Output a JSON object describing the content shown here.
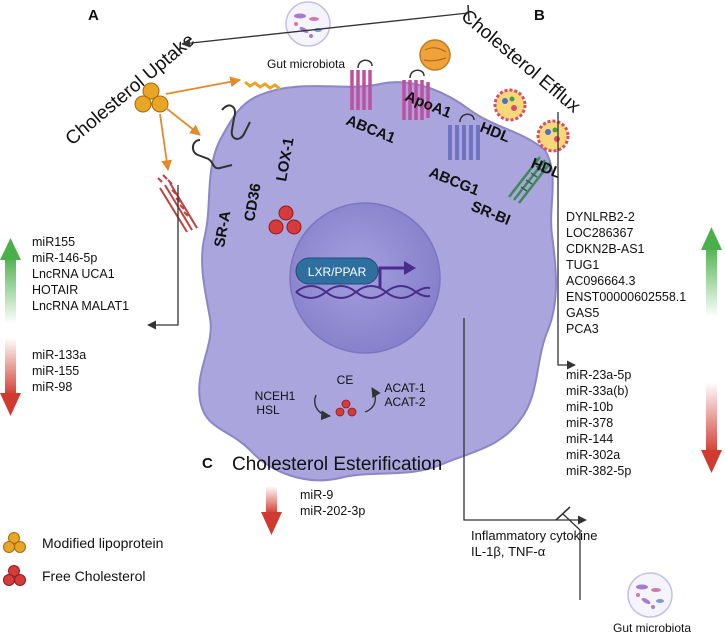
{
  "panels": {
    "a": {
      "letter": "A",
      "title": "Cholesterol Uptake"
    },
    "b": {
      "letter": "B",
      "title": "Cholesterol Efflux"
    },
    "c": {
      "letter": "C",
      "title": "Cholesterol Esterification"
    }
  },
  "gut_microbiota_top": "Gut microbiota",
  "gut_microbiota_bottom": "Gut microbiota",
  "uptake_receptors": [
    "SR-A",
    "CD36",
    "LOX-1"
  ],
  "efflux_labels": {
    "apoa1": "ApoA1",
    "abca1": "ABCA1",
    "abcg1": "ABCG1",
    "hdl_1": "HDL",
    "hdl_2": "HDL",
    "srbi": "SR-BI"
  },
  "nucleus_label": "LXR/PPAR",
  "esterification": {
    "ce": "CE",
    "left_enzymes": [
      "NCEH1",
      "HSL"
    ],
    "right_enzymes": [
      "ACAT-1",
      "ACAT-2"
    ]
  },
  "uptake_up": [
    "miR155",
    "miR-146-5p",
    "LncRNA UCA1",
    "HOTAIR",
    "LncRNA MALAT1"
  ],
  "uptake_down": [
    "miR-133a",
    "miR-155",
    "miR-98"
  ],
  "efflux_up": [
    "DYNLRB2-2",
    "LOC286367",
    "CDKN2B-AS1",
    "TUG1",
    "AC096664.3",
    "ENST00000602558.1",
    "GAS5",
    "PCA3"
  ],
  "efflux_down": [
    "miR-23a-5p",
    "miR-33a(b)",
    "miR-10b",
    "miR-378",
    "miR-144",
    "miR-302a",
    "miR-382-5p"
  ],
  "esterification_down": [
    "miR-9",
    "miR-202-3p"
  ],
  "inflammation": {
    "title": "Inflammatory cytokine",
    "items": "IL-1β, TNF-α"
  },
  "legend": [
    {
      "label": "Modified lipoprotein",
      "color": "#e8a526"
    },
    {
      "label": "Free Cholesterol",
      "color": "#d63a3a"
    }
  ],
  "colors": {
    "cell": "#aaa5dc",
    "cell_edge": "#8d86c6",
    "nucleus": "#8f88cf",
    "up_arrow": "#4bb04b",
    "down_arrow": "#d13a2f",
    "abca1": "#c04fa0",
    "abcg1": "#7072c4",
    "srbi": "#3b8a55",
    "sra": "#c04040",
    "lipoprotein": "#e8a526",
    "free_cholesterol": "#d63a3a",
    "receptor_box": "#2f6f9f",
    "orange_arrow": "#e48a2a"
  }
}
